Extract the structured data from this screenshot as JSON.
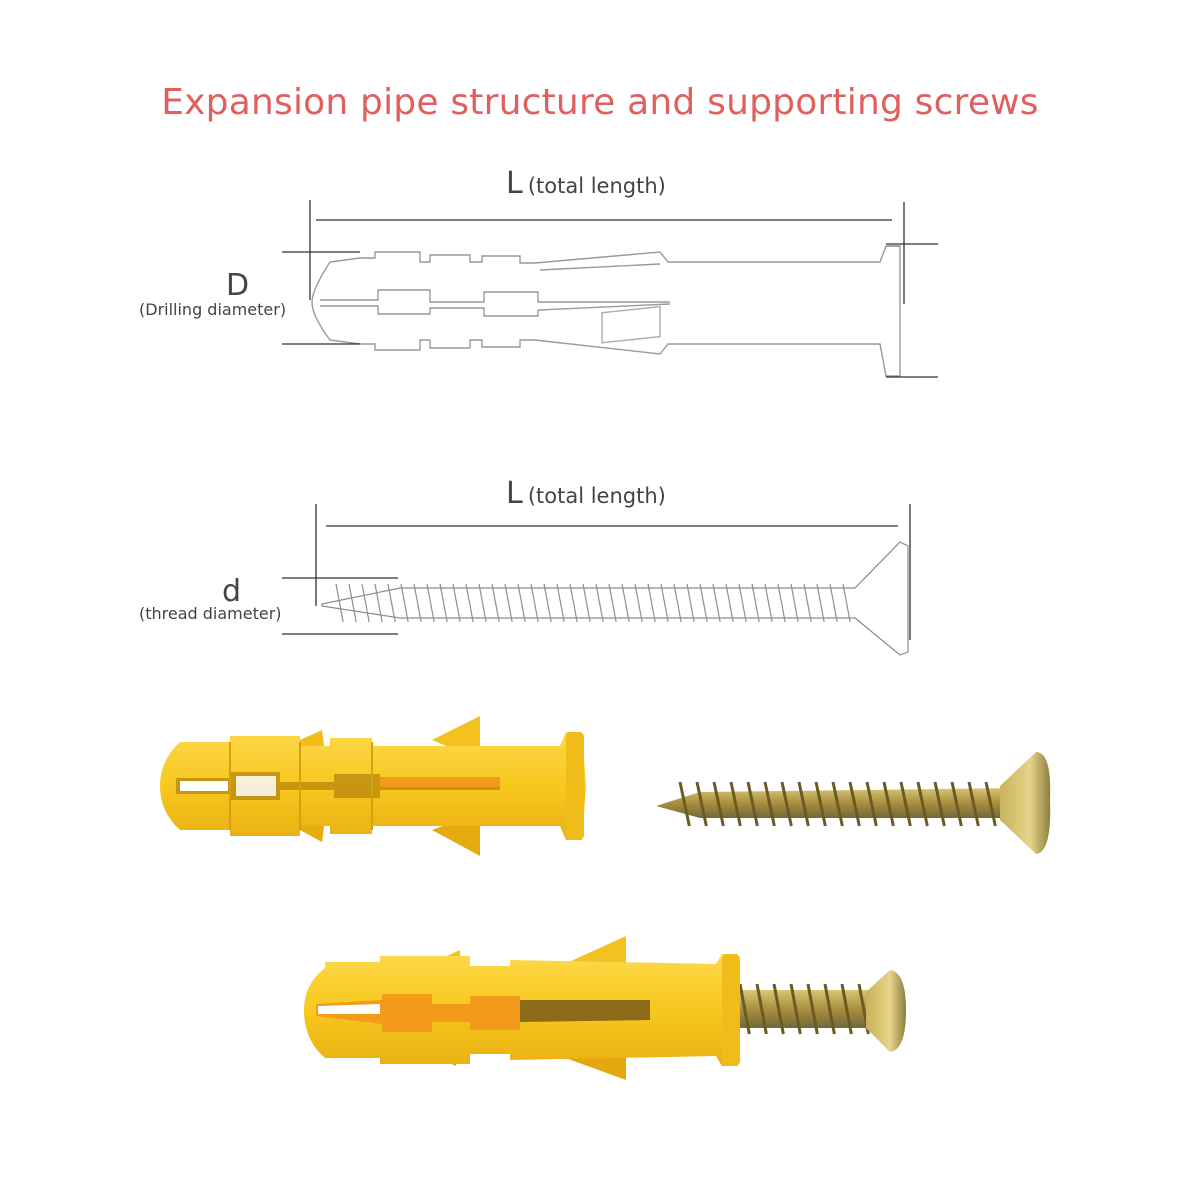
{
  "title": "Expansion pipe structure and supporting screws",
  "anchor_diagram": {
    "length_symbol": "L",
    "length_caption": "(total length)",
    "diameter_symbol": "D",
    "diameter_caption": "(Drilling diameter)"
  },
  "screw_diagram": {
    "length_symbol": "L",
    "length_caption": "(total length)",
    "diameter_symbol": "d",
    "diameter_caption": "(thread diameter)"
  },
  "colors": {
    "title": "#e06060",
    "anchor_yellow": "#f7c81e",
    "anchor_orange": "#f39a1a",
    "screw_brass": "#b9a04a"
  }
}
